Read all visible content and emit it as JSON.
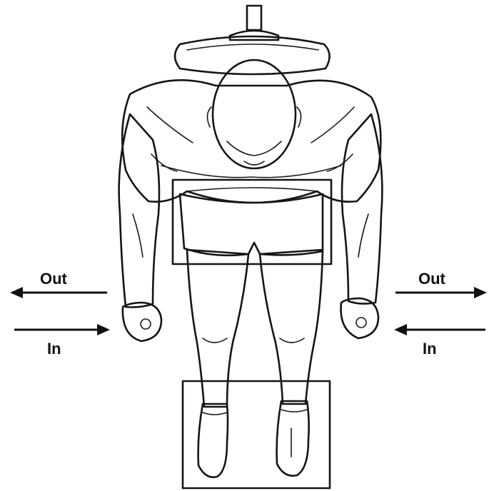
{
  "labels": {
    "left_out": "Out",
    "left_in": "In",
    "right_out": "Out",
    "right_in": "In"
  },
  "colors": {
    "ink": "#151515",
    "paper": "#ffffff",
    "stipple": "#9a9a9a"
  }
}
